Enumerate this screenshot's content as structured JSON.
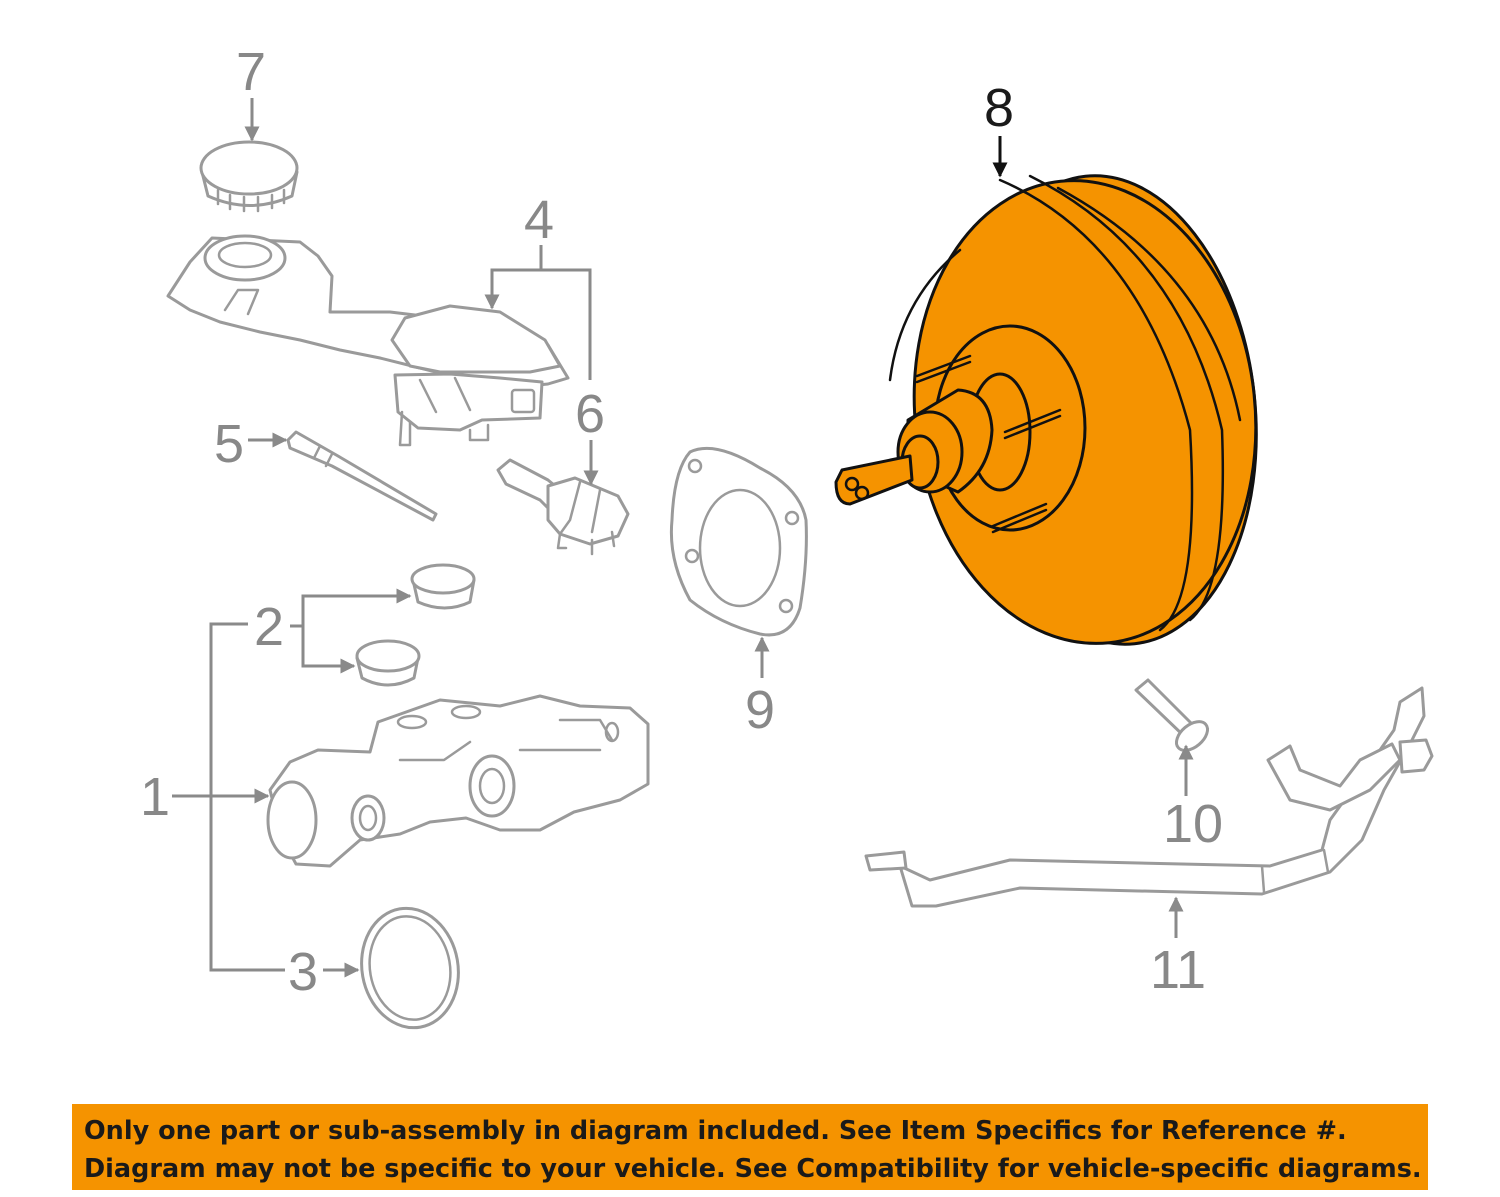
{
  "diagram": {
    "callouts": [
      {
        "id": "1",
        "label": "1"
      },
      {
        "id": "2",
        "label": "2"
      },
      {
        "id": "3",
        "label": "3"
      },
      {
        "id": "4",
        "label": "4"
      },
      {
        "id": "5",
        "label": "5"
      },
      {
        "id": "6",
        "label": "6"
      },
      {
        "id": "7",
        "label": "7"
      },
      {
        "id": "8",
        "label": "8"
      },
      {
        "id": "9",
        "label": "9"
      },
      {
        "id": "10",
        "label": "10"
      },
      {
        "id": "11",
        "label": "11"
      }
    ],
    "highlighted_part": "8",
    "colors": {
      "highlight": "#f59300",
      "line_art": "#9a9a9a",
      "highlight_callout": "#1a1a1a"
    }
  },
  "notice": {
    "line1": "Only one part or sub-assembly in diagram included. See Item Specifics for Reference #.",
    "line2": "Diagram may not be specific to your vehicle. See Compatibility for vehicle-specific diagrams."
  }
}
